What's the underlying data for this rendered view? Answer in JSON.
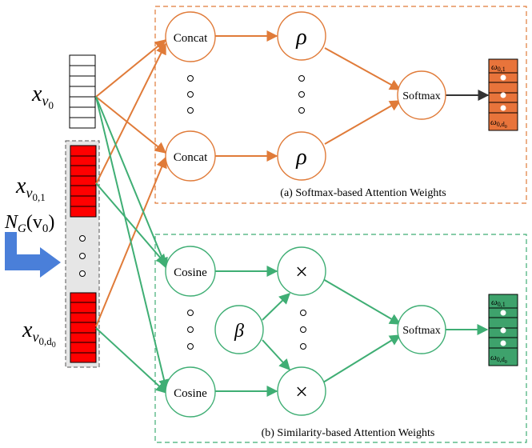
{
  "colors": {
    "orange": "#E07B39",
    "orange_fill": "#E8743B",
    "green": "#3FAE74",
    "green_fill": "#3EA26C",
    "red": "#FF0000",
    "blue": "#4A7FD9",
    "dark": "#333333",
    "gray_box": "#E6E6E6"
  },
  "inputs": {
    "x_v0": {
      "base": "x",
      "sub": "v",
      "subsub": "0"
    },
    "x_v01": {
      "base": "x",
      "sub": "v",
      "subsub": "0,1"
    },
    "x_v0d0": {
      "base": "x",
      "sub": "v",
      "subsub": "0,d",
      "subsubsub": "0"
    },
    "neighborhood": {
      "main": "N",
      "sub": "G",
      "arg": "(v",
      "arg_sub": "0",
      "arg_close": ")"
    }
  },
  "top_panel": {
    "caption": "(a) Softmax-based Attention Weights",
    "concat_label": "Concat",
    "rho_label": "ρ",
    "softmax_label": "Softmax",
    "output_top": {
      "base": "ω",
      "sub": "0,1"
    },
    "output_bottom": {
      "base": "ω",
      "sub": "0,d",
      "subsub": "0"
    }
  },
  "bottom_panel": {
    "caption": "(b) Similarity-based Attention Weights",
    "cosine_label": "Cosine",
    "times_label": "×",
    "beta_label": "β",
    "softmax_label": "Softmax",
    "output_top": {
      "base": "ω",
      "sub": "0,1"
    },
    "output_bottom": {
      "base": "ω",
      "sub": "0,d",
      "subsub": "0"
    }
  }
}
